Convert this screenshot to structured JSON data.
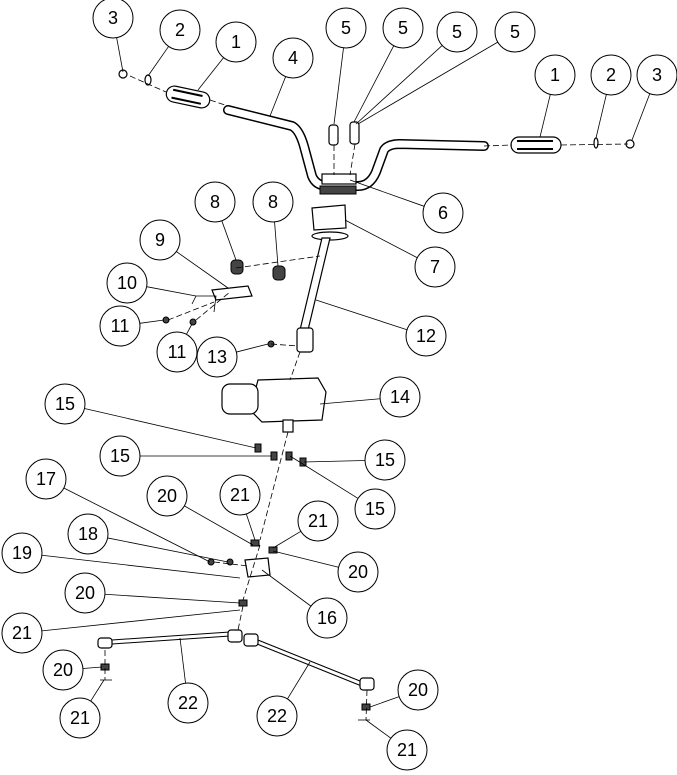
{
  "diagram": {
    "callouts": [
      "3",
      "2",
      "1",
      "4",
      "5",
      "5",
      "5",
      "5",
      "1",
      "2",
      "3",
      "6",
      "7",
      "8",
      "8",
      "9",
      "10",
      "11",
      "11",
      "12",
      "13",
      "14",
      "15",
      "15",
      "15",
      "15",
      "17",
      "18",
      "19",
      "20",
      "21",
      "21",
      "20",
      "20",
      "16",
      "21",
      "20",
      "22",
      "22",
      "21",
      "20",
      "21"
    ]
  }
}
